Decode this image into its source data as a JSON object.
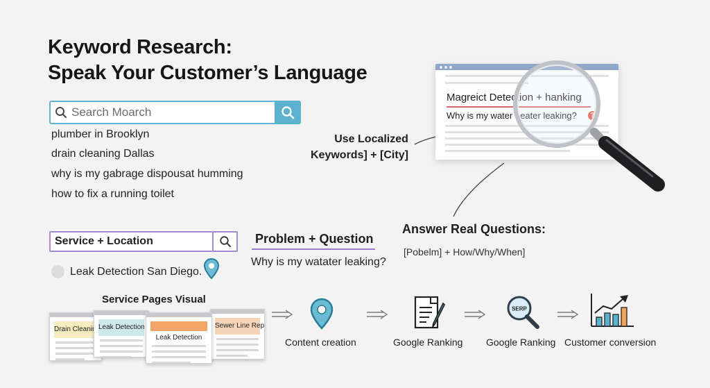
{
  "title": {
    "line1": "Keyword Research:",
    "line2": "Speak Your Customer’s Language"
  },
  "search": {
    "placeholder": "Search Moarch",
    "icon": "search-icon"
  },
  "keywords": [
    "plumber in Brooklyn",
    "drain cleaning Dallas",
    "why is my gabrage dispousat humming",
    "how to fix a running toilet"
  ],
  "service_location": {
    "label": "Service + Location",
    "example": "Leak Detection San Diego.",
    "icon": "location-pin-icon"
  },
  "problem_question": {
    "label": "Problem + Question",
    "example": "Why is my watater leaking?"
  },
  "localized": {
    "line1": "Use Localized",
    "line2": "Keywords] + [City]"
  },
  "answer_questions": {
    "label": "Answer Real Questions:",
    "formula": "[Pobelm] + How/Why/When]"
  },
  "serp_preview": {
    "query": "Magreict Detection + hanking",
    "question": "Why is my water heater leaking?",
    "badge": "?"
  },
  "service_pages": {
    "title": "Service Pages Visual",
    "cards": [
      {
        "label": "Drain Cleaning",
        "color": "#f6edc0"
      },
      {
        "label": "Leak Detection",
        "color": "#cfe9ec"
      },
      {
        "label": "Leak Detection",
        "color": "#f3a468"
      },
      {
        "label": "Sewer Line Repair",
        "color": "#f7d4b7"
      }
    ]
  },
  "flow": [
    {
      "label": "Content creation",
      "icon": "location-pin-icon"
    },
    {
      "label": "Google Ranking",
      "icon": "document-pen-icon"
    },
    {
      "label": "Google Ranking",
      "icon": "serp-magnifier-icon",
      "badge": "SERP"
    },
    {
      "label": "Customer conversion",
      "icon": "growth-chart-icon"
    }
  ],
  "colors": {
    "accent_blue": "#5bb2cf",
    "accent_purple": "#a68ad6",
    "serp_bar": "#8fa7c8",
    "alert_red": "#e45642",
    "chart_orange": "#f0a35a"
  }
}
